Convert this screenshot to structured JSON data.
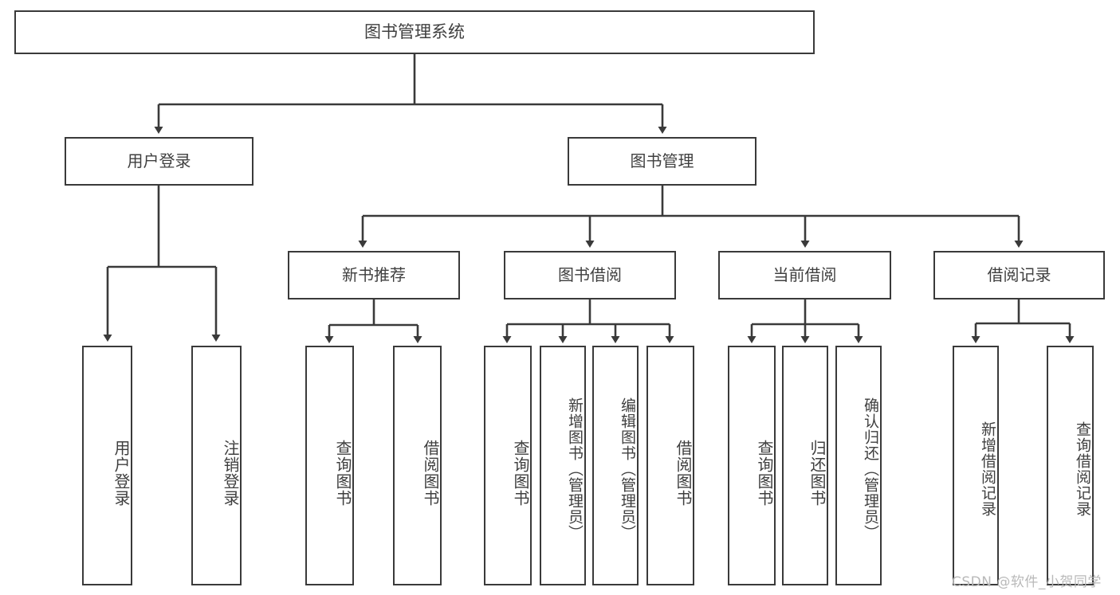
{
  "diagram": {
    "title": "图书管理系统",
    "type": "tree",
    "watermark": "CSDN @软件_小贺同学",
    "colors": {
      "box_border": "#3a3a3a",
      "box_fill": "#ffffff",
      "text": "#3f3f3f",
      "edge": "#3a3a3a",
      "watermark": "#b9b9b9",
      "background": "#ffffff"
    },
    "root": {
      "label": "图书管理系统"
    },
    "level2": [
      {
        "label": "用户登录"
      },
      {
        "label": "图书管理"
      }
    ],
    "level3": [
      {
        "label": "新书推荐",
        "parent": "图书管理"
      },
      {
        "label": "图书借阅",
        "parent": "图书管理"
      },
      {
        "label": "当前借阅",
        "parent": "图书管理"
      },
      {
        "label": "借阅记录",
        "parent": "图书管理"
      }
    ],
    "leaves": [
      {
        "label": "用户登录",
        "parent": "用户登录"
      },
      {
        "label": "注销登录",
        "parent": "用户登录"
      },
      {
        "label": "查询图书",
        "parent": "新书推荐"
      },
      {
        "label": "借阅图书",
        "parent": "新书推荐"
      },
      {
        "label": "查询图书",
        "parent": "图书借阅"
      },
      {
        "label": "新增图书（管理员）",
        "parent": "图书借阅"
      },
      {
        "label": "编辑图书（管理员）",
        "parent": "图书借阅"
      },
      {
        "label": "借阅图书",
        "parent": "图书借阅"
      },
      {
        "label": "查询图书",
        "parent": "当前借阅"
      },
      {
        "label": "归还图书",
        "parent": "当前借阅"
      },
      {
        "label": "确认归还（管理员）",
        "parent": "当前借阅"
      },
      {
        "label": "新增借阅记录",
        "parent": "借阅记录"
      },
      {
        "label": "查询借阅记录",
        "parent": "借阅记录"
      }
    ]
  }
}
